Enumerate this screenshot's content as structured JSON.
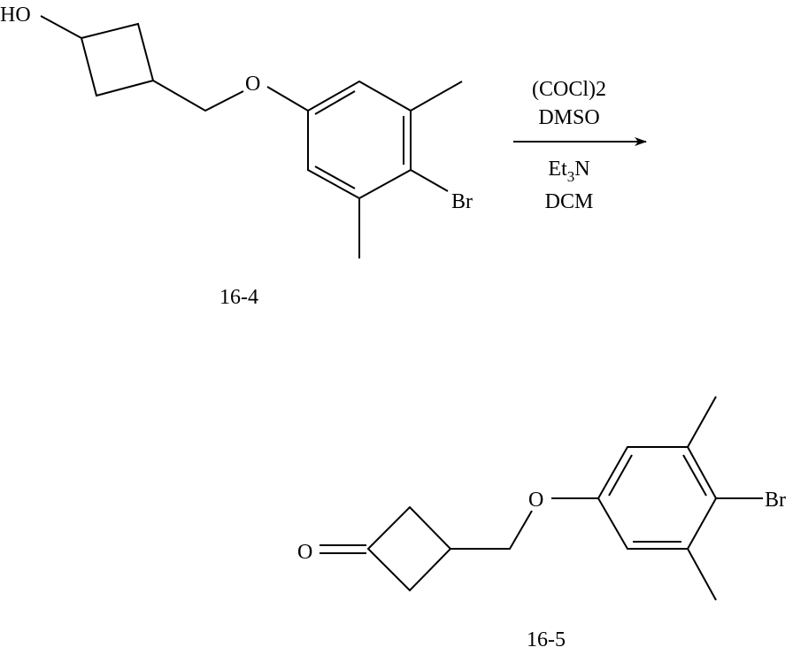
{
  "reactant": {
    "label": "16-4",
    "atoms": {
      "hydroxyl": "HO",
      "ether_oxygen": "O",
      "bromine": "Br"
    }
  },
  "reagents": {
    "line1": "(COCl)2",
    "line2": "DMSO",
    "line3_main": "Et",
    "line3_sub": "3",
    "line3_end": "N",
    "line4": "DCM"
  },
  "product": {
    "label": "16-5",
    "atoms": {
      "ketone_oxygen": "O",
      "ether_oxygen": "O",
      "bromine": "Br"
    }
  },
  "colors": {
    "ink": "#000000",
    "background": "#ffffff"
  }
}
